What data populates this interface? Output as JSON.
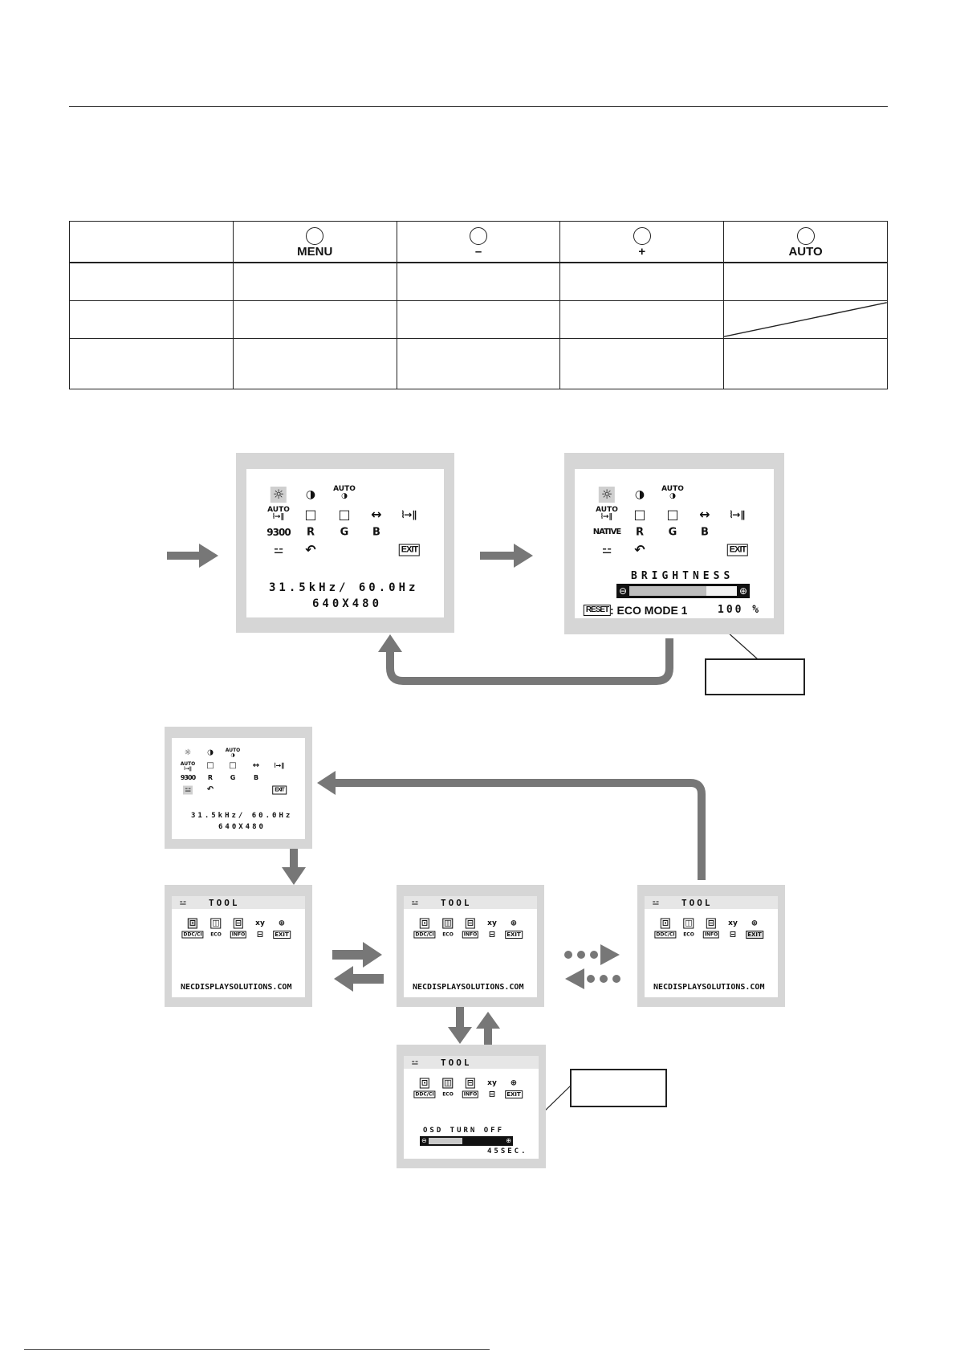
{
  "buttons": {
    "menu_label": "MENU",
    "minus_label": "–",
    "plus_label": "+",
    "auto_label": "AUTO"
  },
  "osd_main": {
    "row1": [
      "☼",
      "◑",
      "AUTO"
    ],
    "row2": [
      "AUTO",
      "□",
      "□",
      "↔",
      "⦚→∥"
    ],
    "row3_preset": "9300",
    "row3_native": "NATIVE",
    "rgb": [
      "R",
      "G",
      "B"
    ],
    "exit_label": "EXIT",
    "freq_text": "31.5kHz/ 60.0Hz",
    "resolution_text": "640X480"
  },
  "osd_brightness": {
    "adjust_title": "BRIGHTNESS",
    "reset_label": "RESET",
    "eco_text": ": ECO MODE 1",
    "value_text": "100 %",
    "bar_level": 0.72
  },
  "osd_tool": {
    "title": "TOOL",
    "row1_icons": [
      "⊡",
      "◫",
      "⊟",
      "xy",
      "⊕"
    ],
    "row2_icons": [
      "DDC/CI",
      "ECO",
      "INFO",
      "⊟",
      "EXIT"
    ],
    "url": "NECDISPLAYSOLUTIONS.COM",
    "turnoff_title": "OSD TURN OFF",
    "turnoff_value": "45SEC.",
    "turnoff_level": 0.45
  }
}
